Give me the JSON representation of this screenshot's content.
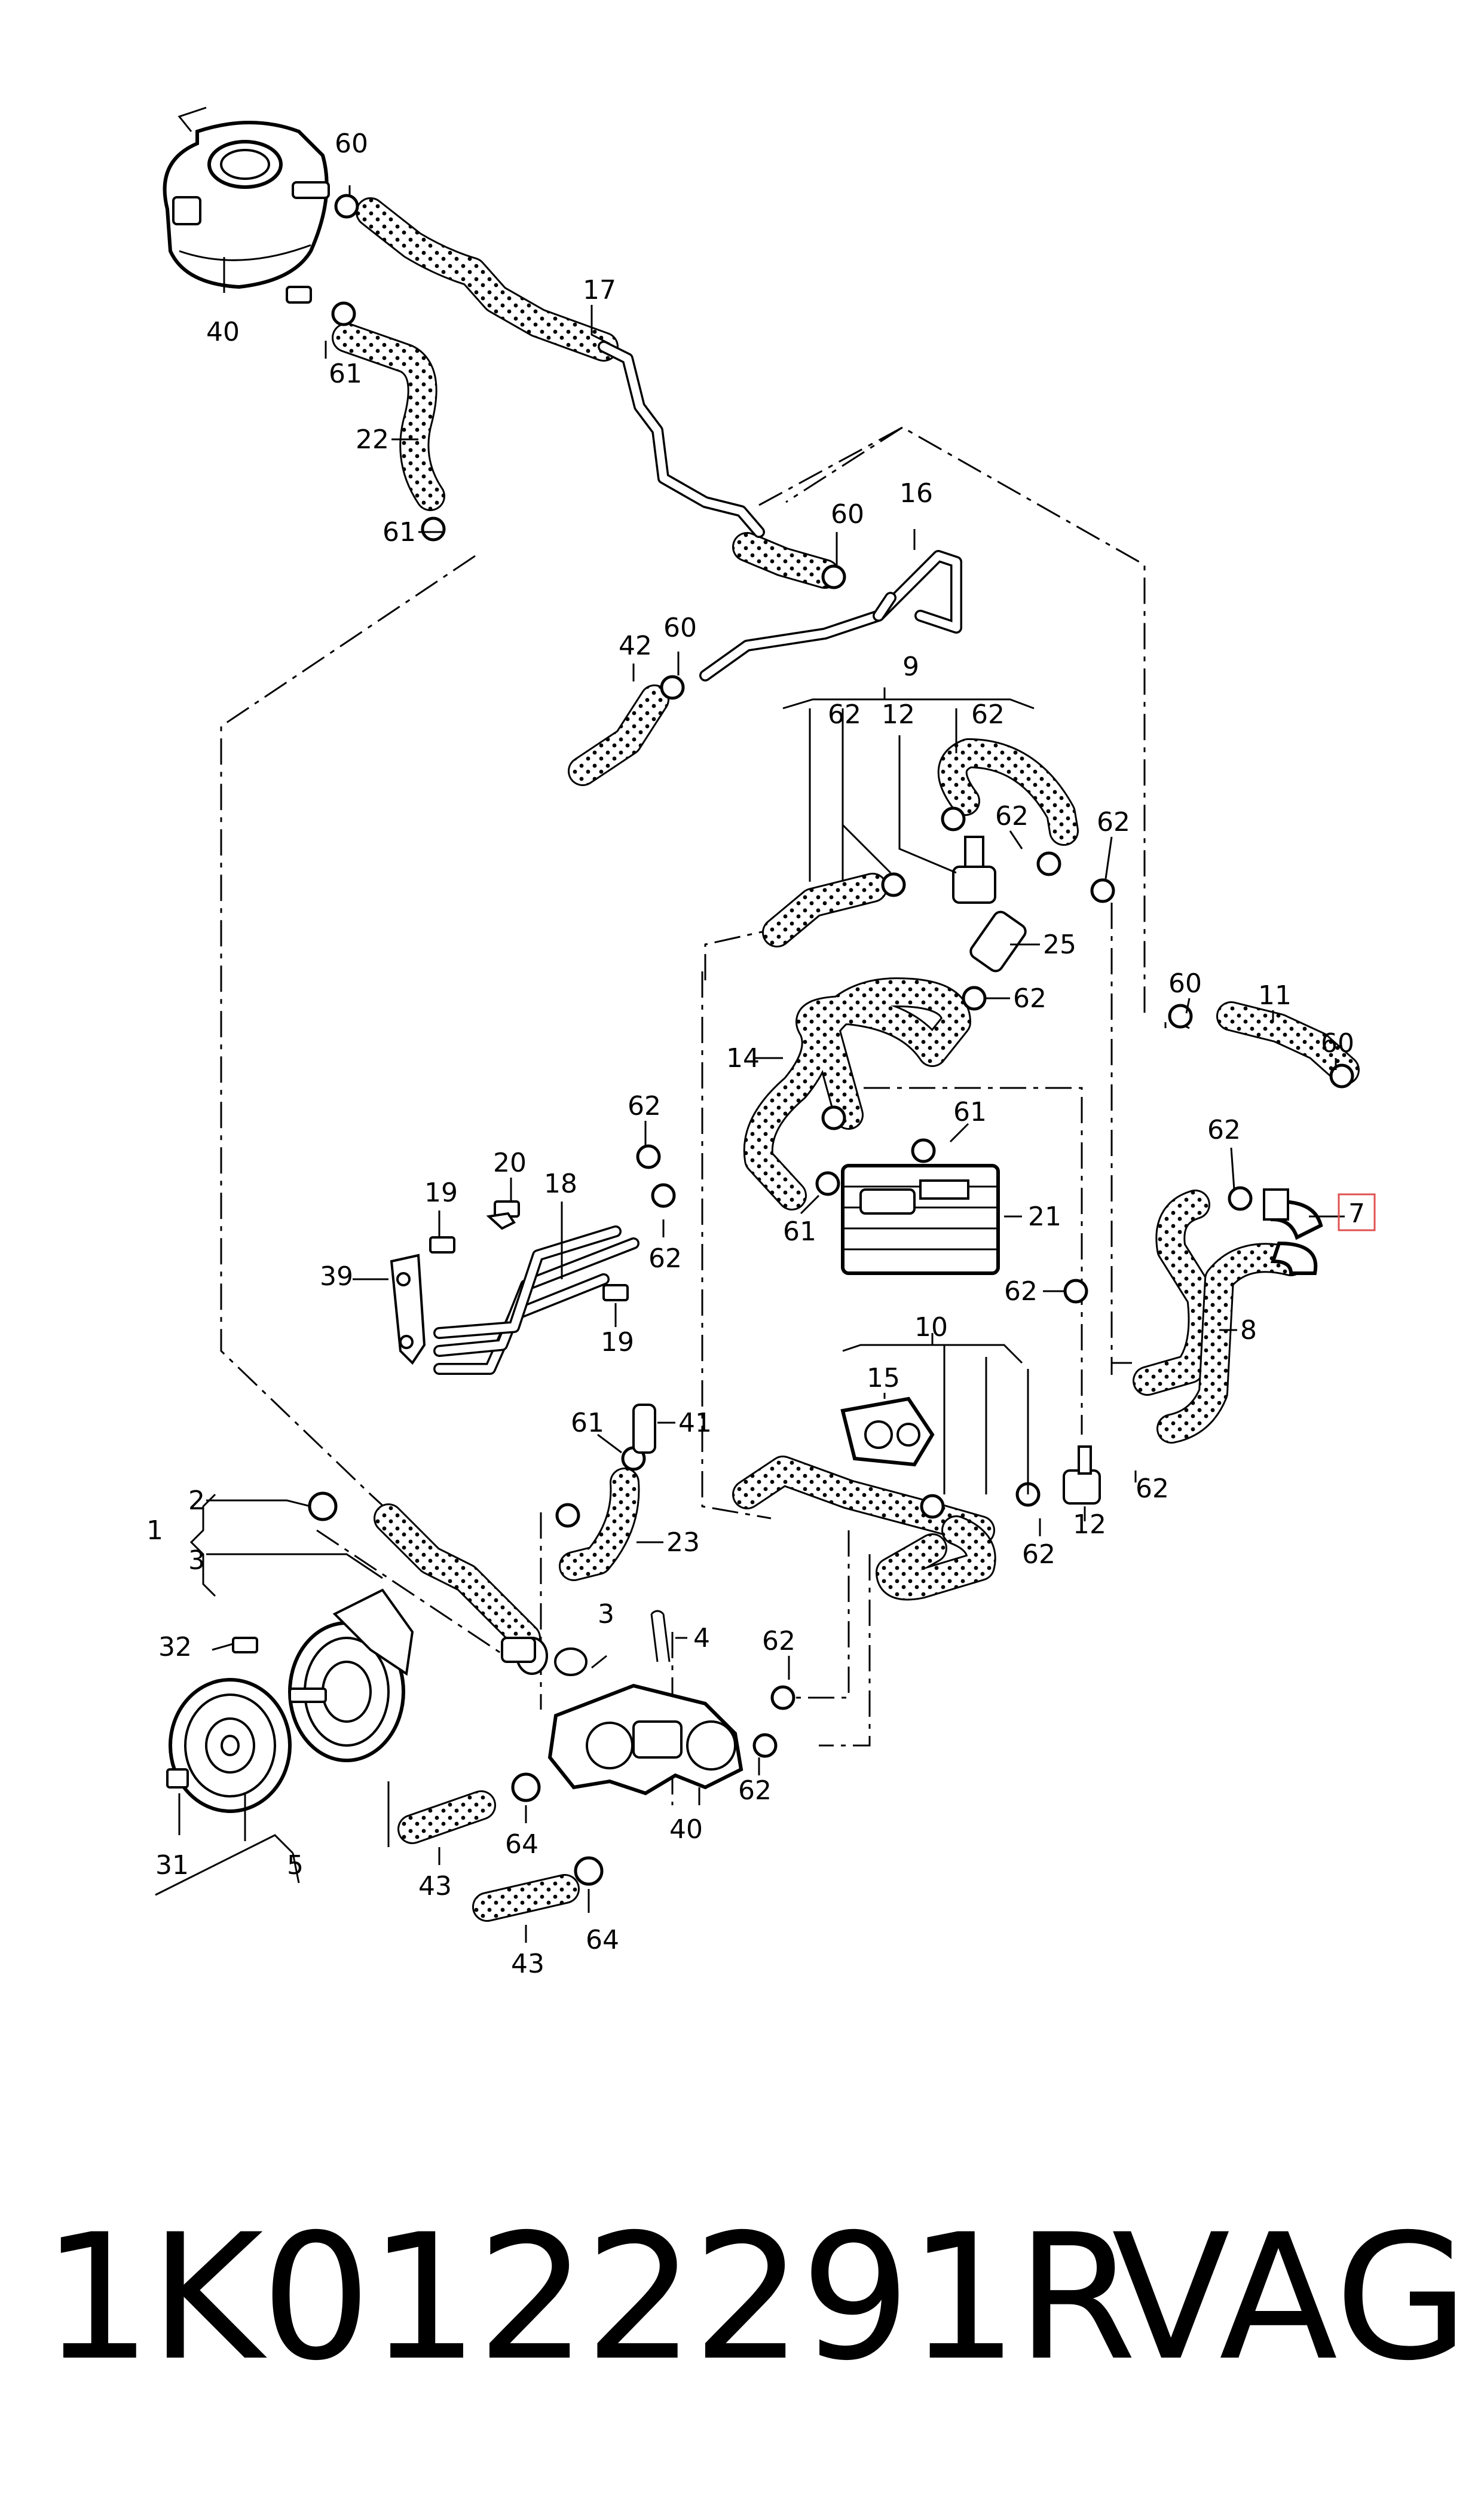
{
  "labels": {
    "n40a": "40",
    "n60a": "60",
    "n61a": "61",
    "n22": "22",
    "n17": "17",
    "n61b": "61",
    "n16": "16",
    "n60b": "60",
    "n42": "42",
    "n60c": "60",
    "n9": "9",
    "n62a": "62",
    "n12a": "12",
    "n62b": "62",
    "n62c": "62",
    "n62d": "62",
    "n25": "25",
    "n62e": "62",
    "n14": "14",
    "n61c": "61",
    "n21": "21",
    "n61d": "61",
    "n60d": "60",
    "n11": "11",
    "n60e": "60",
    "n62f": "62",
    "n7": "7",
    "n8": "8",
    "n62g": "62",
    "n20": "20",
    "n18": "18",
    "n19a": "19",
    "n62h": "62",
    "n62i": "62",
    "n39": "39",
    "n19b": "19",
    "n10": "10",
    "n15": "15",
    "n61e": "61",
    "n41": "41",
    "n23": "23",
    "n2": "2",
    "n1": "1",
    "n3a": "3",
    "n3b": "3",
    "n4": "4",
    "n32": "32",
    "n62j": "62",
    "n62k": "62",
    "n12b": "12",
    "n62l": "62",
    "n62m": "62",
    "n31": "31",
    "n5": "5",
    "n64a": "64",
    "n40b": "40",
    "n43a": "43",
    "n64b": "64",
    "n43b": "43"
  },
  "colors": {
    "line": "#000000",
    "background": "#ffffff",
    "highlight_box": "#e05050"
  },
  "highlighted_part": "7",
  "footer": {
    "part_number": "1K0122291R",
    "brand": "VAG"
  }
}
